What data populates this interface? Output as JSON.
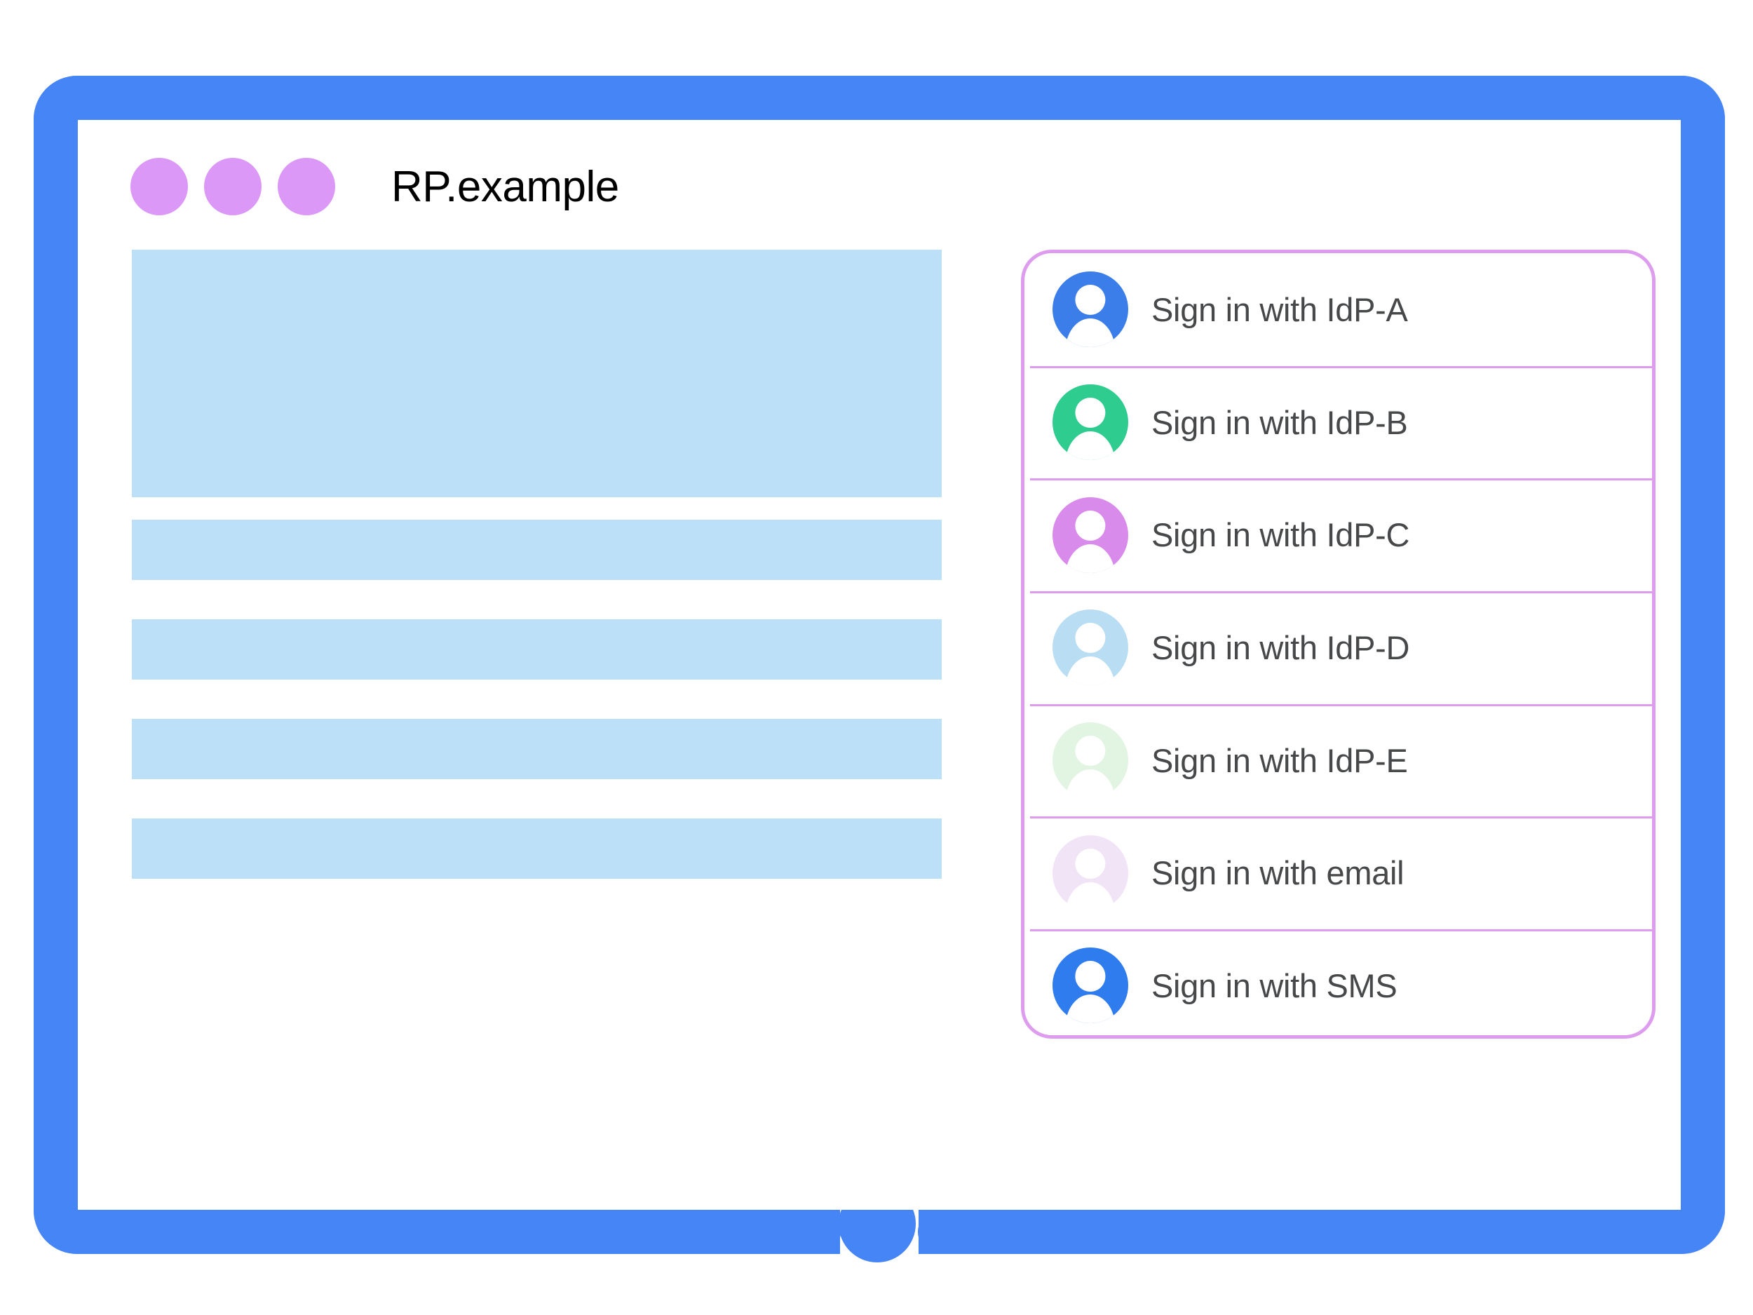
{
  "colors": {
    "brand_blue": "#4685F6",
    "lilac_dot": "#DB98F7",
    "placeholder_blue": "#BCE0F7",
    "panel_border": "#DE9CEE",
    "label_text": "#46484A"
  },
  "window": {
    "title": "RP.example",
    "titlebar_dots": [
      {
        "name": "dot-1"
      },
      {
        "name": "dot-2"
      },
      {
        "name": "dot-3"
      }
    ],
    "home_button": "home-button"
  },
  "content_placeholders": [
    {
      "name": "hero-block",
      "kind": "hero"
    },
    {
      "name": "text-block-1",
      "kind": "bar"
    },
    {
      "name": "text-block-2",
      "kind": "bar"
    },
    {
      "name": "text-block-3",
      "kind": "bar"
    },
    {
      "name": "text-block-4",
      "kind": "bar"
    }
  ],
  "account_panel": {
    "name": "account-chooser",
    "rows": [
      {
        "label": "Sign in with IdP-A",
        "avatar_color": "#3B7DE9",
        "icon": "account-circle-icon"
      },
      {
        "label": "Sign in with IdP-B",
        "avatar_color": "#2ECC8F",
        "icon": "account-circle-icon"
      },
      {
        "label": "Sign in with IdP-C",
        "avatar_color": "#D98BEB",
        "icon": "account-circle-icon"
      },
      {
        "label": "Sign in with IdP-D",
        "avatar_color": "#B9DDF3",
        "icon": "account-circle-icon"
      },
      {
        "label": "Sign in with IdP-E",
        "avatar_color": "#E2F4E2",
        "icon": "account-circle-icon"
      },
      {
        "label": "Sign in with email",
        "avatar_color": "#F1E4F7",
        "icon": "account-circle-icon"
      },
      {
        "label": "Sign in with SMS",
        "avatar_color": "#2F7CEE",
        "icon": "account-circle-icon"
      }
    ]
  }
}
